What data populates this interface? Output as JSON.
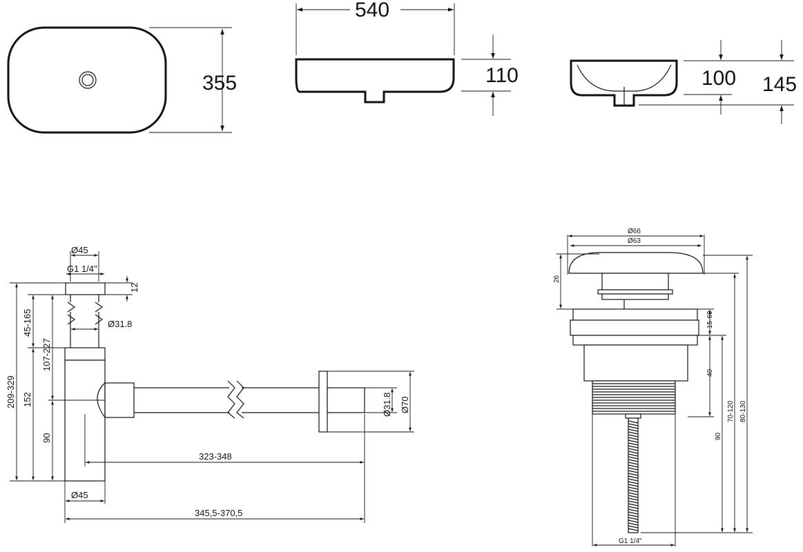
{
  "basin": {
    "length": "540",
    "width": "355",
    "side_height": "110",
    "depth": "100",
    "total_height": "145"
  },
  "siphon": {
    "top_diameter": "Ø45",
    "thread": "G1 1/4\"",
    "cap_height": "12",
    "tube_diameter": "Ø31.8",
    "range_45_165": "45-165",
    "range_107_227": "107-227",
    "range_209_329": "209-329",
    "body_height": "152",
    "outlet_height": "90",
    "horizontal_323_348": "323-348",
    "bottom_diameter": "Ø45",
    "horizontal_345_370": "345,5-370,5",
    "pipe_diameter": "Ø31.8",
    "flange_diameter": "Ø70"
  },
  "drain": {
    "cap_outer": "Ø66",
    "cap_inner": "Ø63",
    "cap_height": "26",
    "adjust": "15-60",
    "body": "40",
    "range_70_120": "70-120",
    "range_80_130": "80-130",
    "base": "90",
    "thread": "G1 1/4\""
  }
}
